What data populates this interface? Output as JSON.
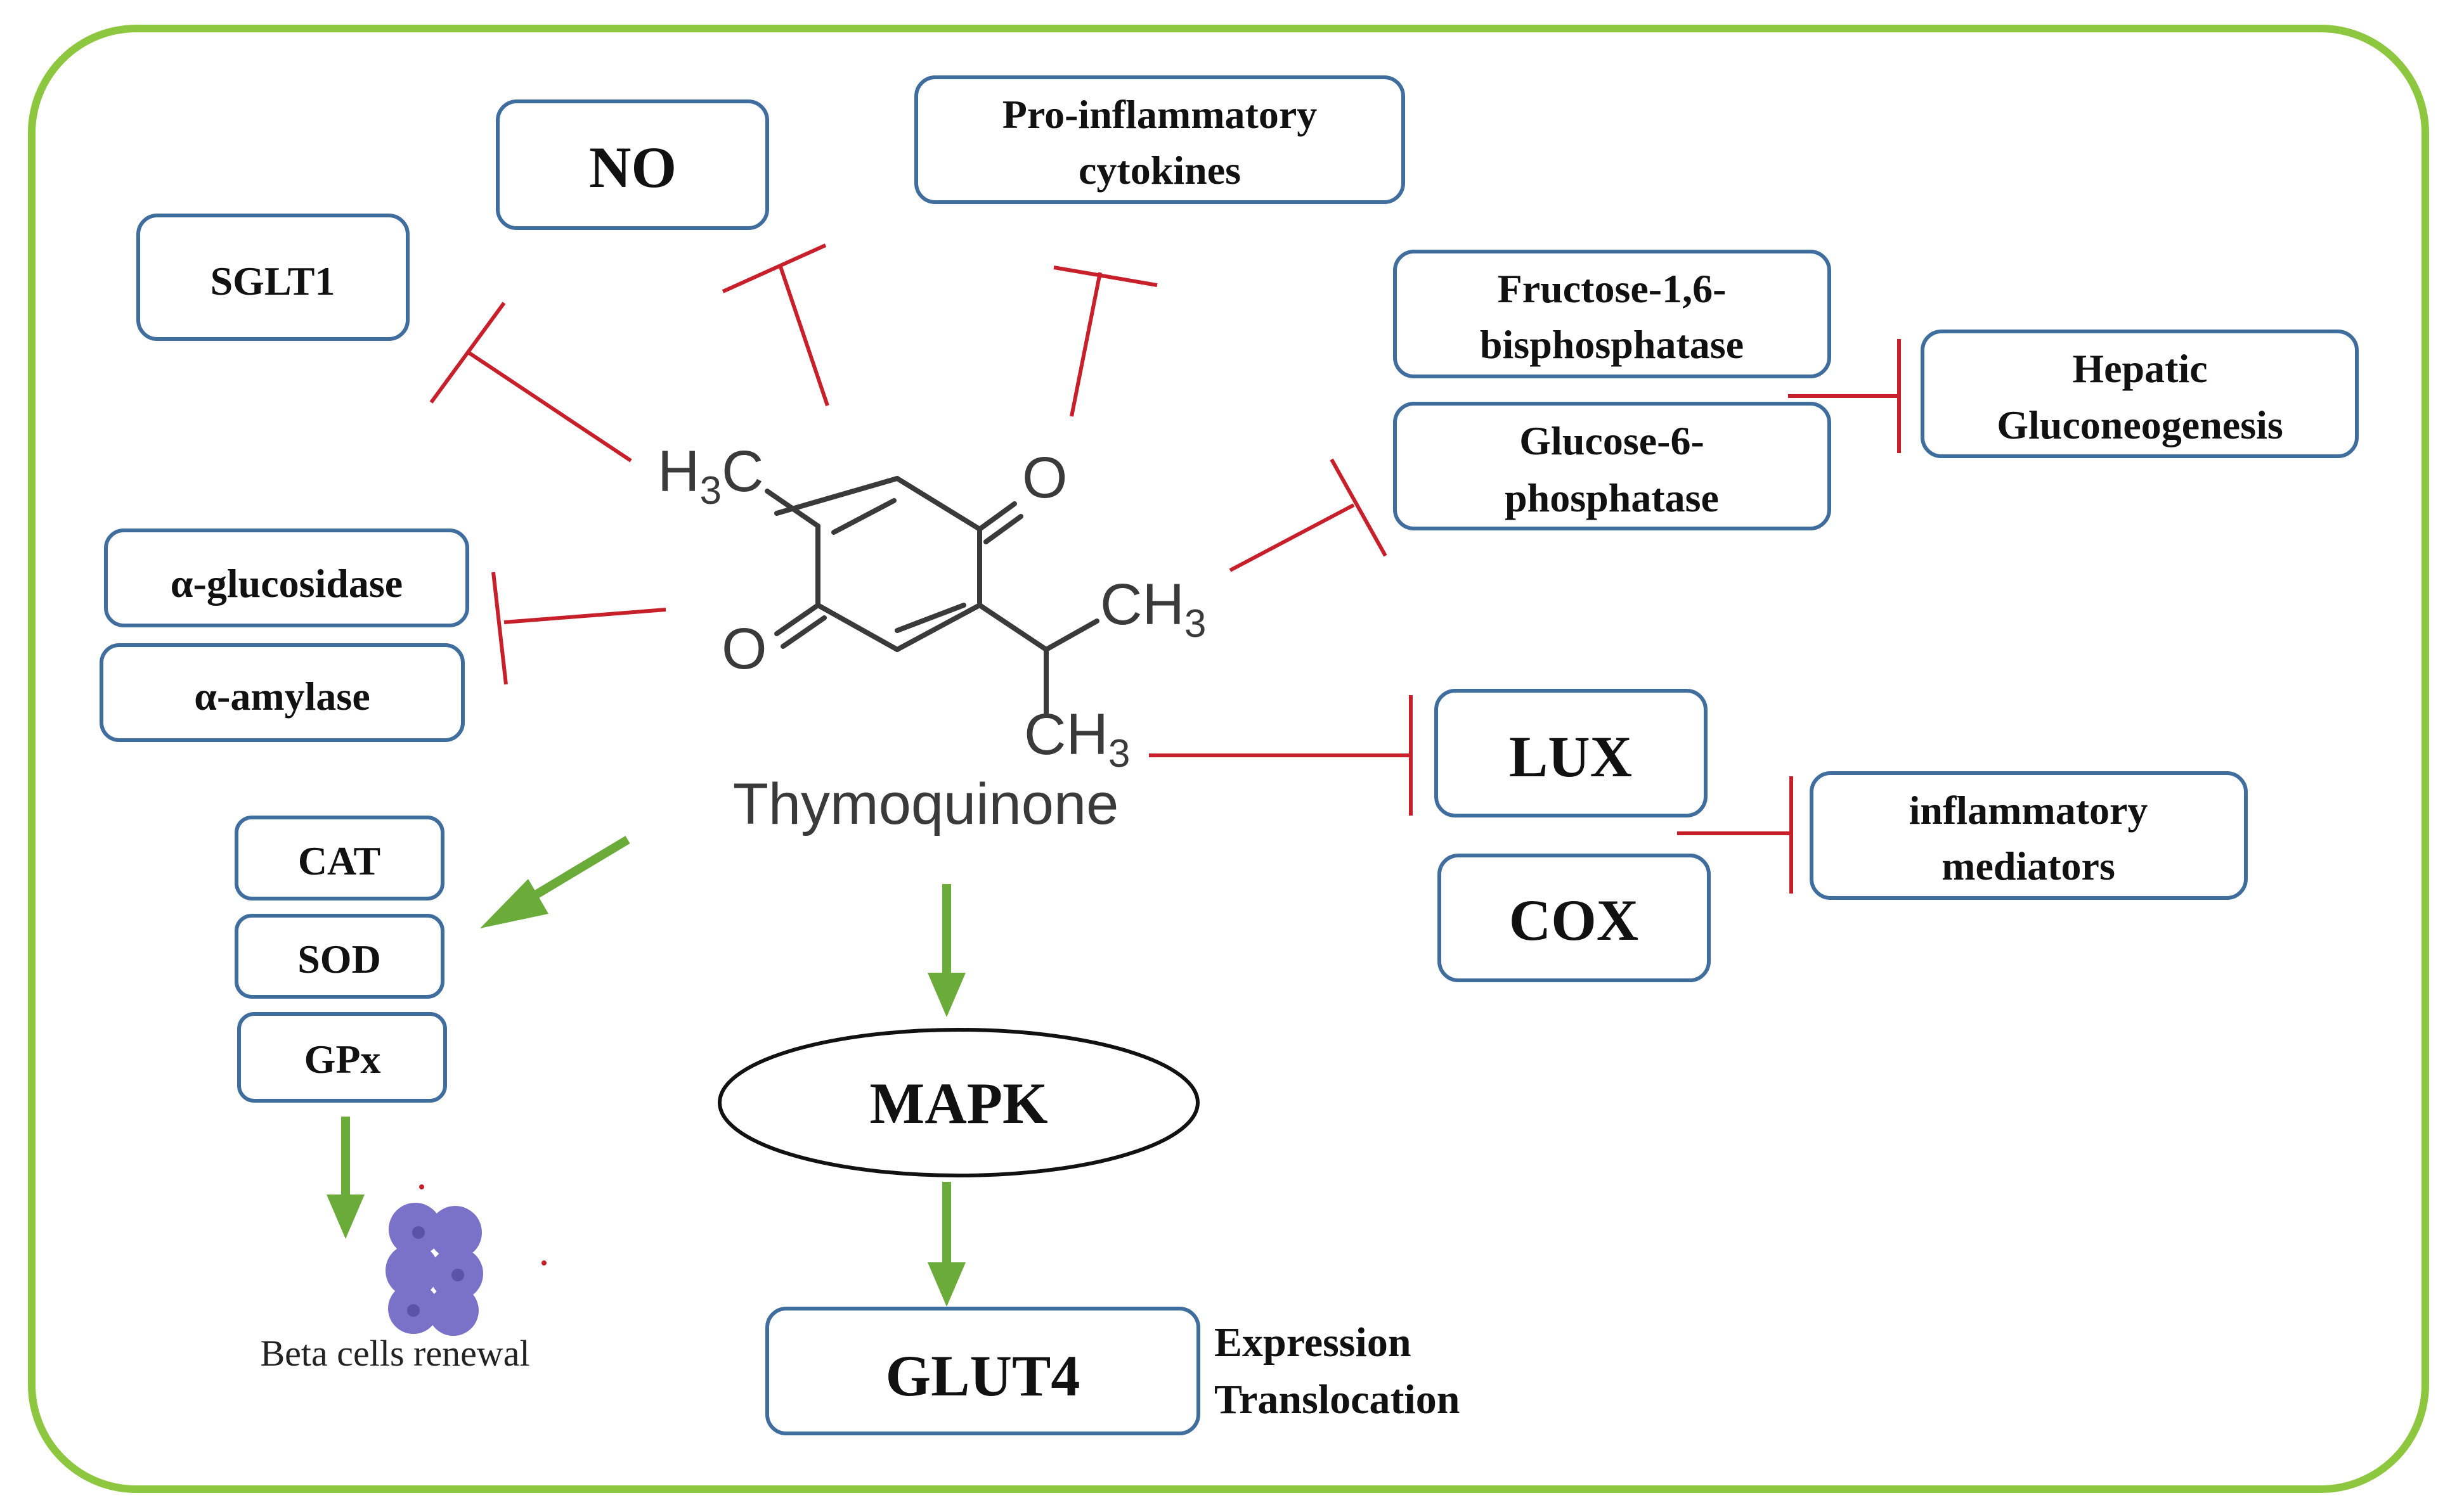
{
  "colors": {
    "frame": "#8dc63f",
    "box_border": "#3f6e9e",
    "inhibition": "#c8202a",
    "activation": "#6aab3a",
    "cells": "#7a72c8"
  },
  "center": {
    "compound": "Thymoquinone",
    "methyl_top_main": "H",
    "methyl_top_sub": "3",
    "methyl_top_tail": "C",
    "oxygen": "O",
    "ch": "CH",
    "sub3": "3"
  },
  "inhibited": {
    "no": "NO",
    "sglt1": "SGLT1",
    "pro_inflammatory": [
      "Pro-inflammatory",
      "cytokines"
    ],
    "fructose": [
      "Fructose-1,6-",
      "bisphosphatase"
    ],
    "glucose6p": [
      "Glucose-6-",
      "phosphatase"
    ],
    "hepatic": [
      "Hepatic",
      "Gluconeogenesis"
    ],
    "alpha_glucosidase": "α-glucosidase",
    "alpha_amylase": "α-amylase",
    "lux": "LUX",
    "cox": "COX",
    "inflammatory": [
      "inflammatory",
      "mediators"
    ]
  },
  "activated": {
    "cat": "CAT",
    "sod": "SOD",
    "gpx": "GPx",
    "beta_cells": "Beta cells renewal",
    "mapk": "MAPK",
    "glut4": "GLUT4",
    "glut4_effects": [
      "Expression",
      "Translocation"
    ]
  }
}
